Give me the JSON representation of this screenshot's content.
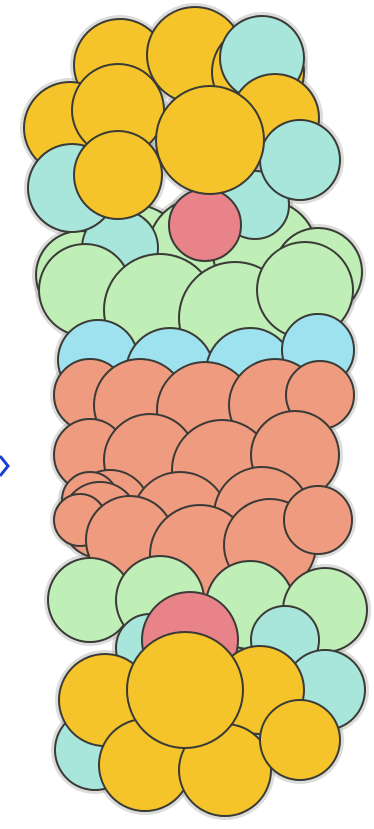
{
  "figure": {
    "description_free": true,
    "palette": {
      "yellow": "#f5c42a",
      "mint": "#a8e6dc",
      "lavender": "#c4cff0",
      "pink": "#e8838a",
      "green": "#bfeeb6",
      "salmon": "#ef9b80",
      "cyan": "#9fe2ef",
      "arrow": "#1a3fd8"
    },
    "layers": [
      {
        "name": "top-cap",
        "color": "yellow"
      },
      {
        "name": "upper-ring-mint",
        "color": "mint"
      },
      {
        "name": "upper-core",
        "color": "pink"
      },
      {
        "name": "upper-green-band",
        "color": "green"
      },
      {
        "name": "upper-salmon-band",
        "color": "salmon"
      },
      {
        "name": "central-cyan-band",
        "color": "cyan"
      },
      {
        "name": "lower-salmon-band",
        "color": "salmon"
      },
      {
        "name": "lower-green-band",
        "color": "green"
      },
      {
        "name": "lower-core",
        "color": "pink"
      },
      {
        "name": "bottom-cap",
        "color": "yellow"
      }
    ]
  }
}
